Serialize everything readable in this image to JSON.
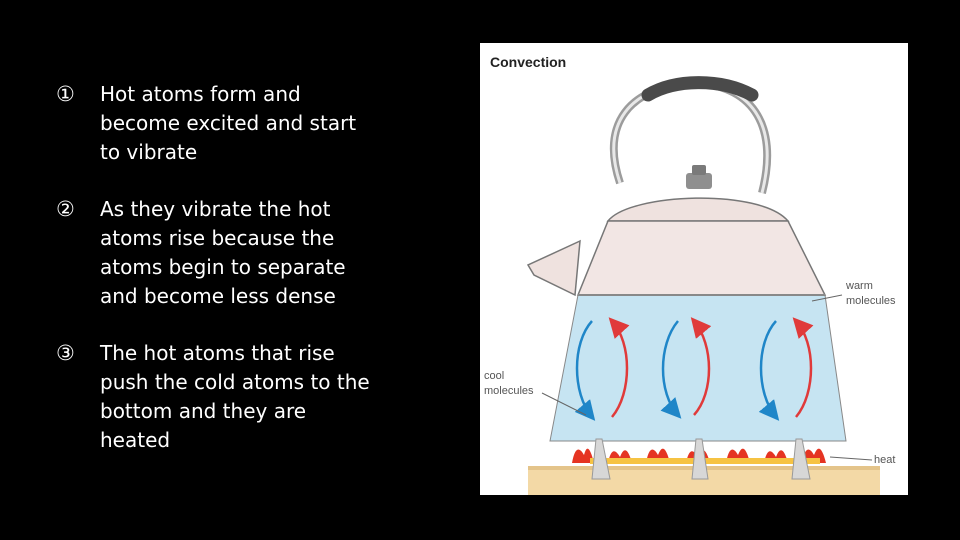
{
  "steps": [
    {
      "number": "①",
      "text": "Hot atoms form and\nbecome excited and start\nto vibrate"
    },
    {
      "number": "②",
      "text": "As they vibrate the hot\natoms rise because the\natoms begin to separate\nand become less dense"
    },
    {
      "number": "③",
      "text": "The hot atoms that rise\npush the cold atoms to the\nbottom and they are\nheated"
    }
  ],
  "figure": {
    "title": "Convection",
    "labels": {
      "warm_line1": "warm",
      "warm_line2": "molecules",
      "cool_line1": "cool",
      "cool_line2": "molecules",
      "heat": "heat"
    },
    "colors": {
      "water": "#c6e4f2",
      "kettle_body": "#f2e6e4",
      "hot_arrow": "#e03a3a",
      "cold_arrow": "#1f86c8",
      "flame": "#e53422",
      "stove": "#f3d9a6"
    }
  }
}
